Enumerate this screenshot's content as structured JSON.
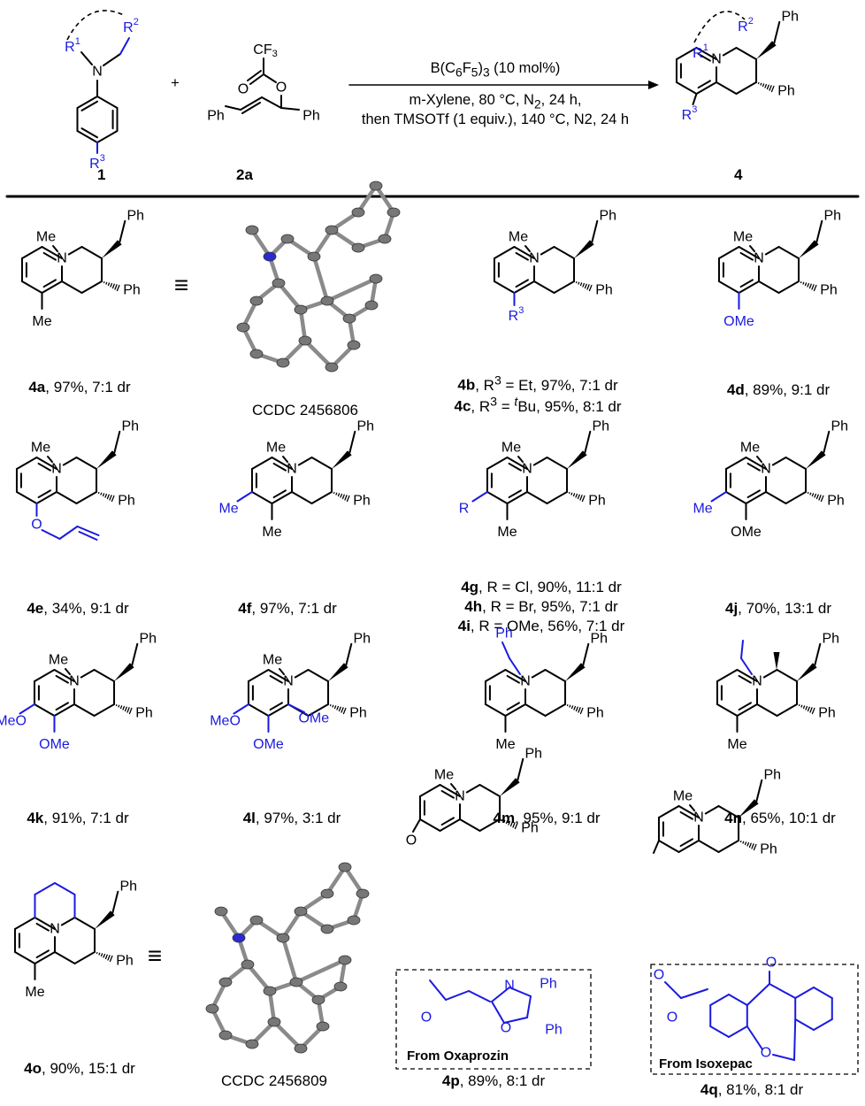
{
  "reaction": {
    "reagent_label": "1",
    "reagent2_label": "2a",
    "product_label": "4",
    "plus": "+",
    "condition_line1": "B(C6F5)3 (10 mol%)",
    "condition_line2": "m-Xylene, 80 °C, N2, 24 h,",
    "condition_line3": "then TMSOTf (1 equiv.), 140 °C, N2, 24 h",
    "atoms": {
      "cf3": "CF3",
      "ph": "Ph",
      "n": "N",
      "o": "O",
      "r1": "R1",
      "r2": "R2",
      "r3": "R3"
    }
  },
  "entries": [
    {
      "id": "4a",
      "text": ", 97%, 7:1 dr"
    },
    {
      "id": "4b",
      "text": ", R3 = Et, 97%, 7:1 dr"
    },
    {
      "id": "4c",
      "text": ", R3 = tBu, 95%, 8:1 dr"
    },
    {
      "id": "4d",
      "text": ", 89%, 9:1 dr"
    },
    {
      "id": "4e",
      "text": ", 34%, 9:1 dr"
    },
    {
      "id": "4f",
      "text": ", 97%, 7:1 dr"
    },
    {
      "id": "4g",
      "text": ", R = Cl, 90%, 11:1 dr"
    },
    {
      "id": "4h",
      "text": ", R = Br, 95%, 7:1 dr"
    },
    {
      "id": "4i",
      "text": ", R = OMe, 56%, 7:1 dr"
    },
    {
      "id": "4j",
      "text": ", 70%, 13:1 dr"
    },
    {
      "id": "4k",
      "text": ", 91%, 7:1 dr"
    },
    {
      "id": "4l",
      "text": ", 97%, 3:1 dr"
    },
    {
      "id": "4m",
      "text": ", 95%, 9:1 dr"
    },
    {
      "id": "4n",
      "text": ", 65%, 10:1 dr"
    },
    {
      "id": "4o",
      "text": ", 90%, 15:1 dr"
    },
    {
      "id": "4p",
      "text": ", 89%, 8:1 dr"
    },
    {
      "id": "4q",
      "text": ", 81%, 8:1 dr"
    }
  ],
  "crystal": {
    "ccdc_4a": "CCDC 2456806",
    "ccdc_4o": "CCDC 2456809",
    "equiv": "≡"
  },
  "drug_boxes": {
    "oxaprozin": "From Oxaprozin",
    "isoxepac": "From Isoxepac"
  },
  "substituents": {
    "me": "Me",
    "ome": "OMe",
    "meo": "MeO",
    "r": "R",
    "n": "N",
    "o": "O",
    "ph": "Ph"
  },
  "colors": {
    "accent_blue": "#1a1adf",
    "bond": "#000000",
    "divider": "#000000"
  }
}
